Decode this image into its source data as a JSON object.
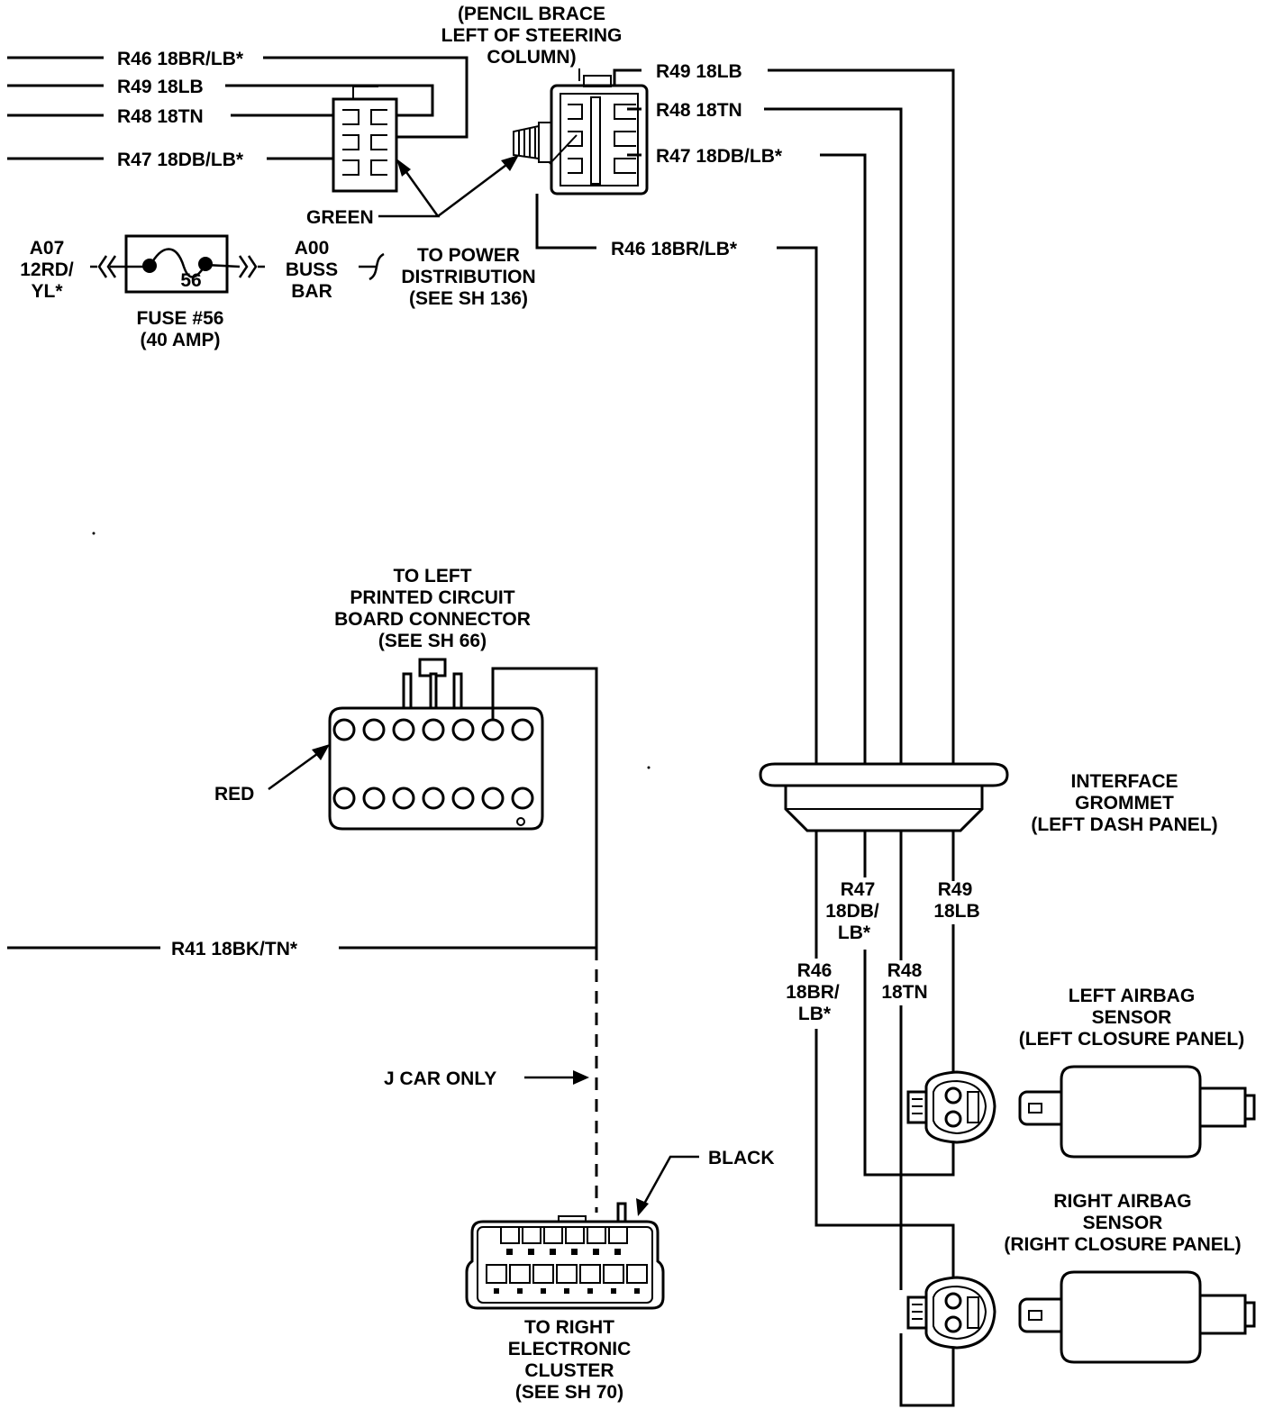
{
  "top_left": {
    "wire_r46": "R46 18BR/LB*",
    "wire_r49": "R49 18LB",
    "wire_r48": "R48 18TN",
    "wire_r47": "R47 18DB/LB*"
  },
  "pencil_brace": {
    "line1": "(PENCIL BRACE",
    "line2": "LEFT OF STEERING",
    "line3": "COLUMN)"
  },
  "top_right": {
    "wire_r49": "R49 18LB",
    "wire_r48": "R48 18TN",
    "wire_r47": "R47 18DB/LB*",
    "wire_r46": "R46 18BR/LB*"
  },
  "green_label": "GREEN",
  "fuse": {
    "a07_line1": "A07",
    "a07_line2": "12RD/",
    "a07_line3": "YL*",
    "number": "56",
    "label_line1": "FUSE #56",
    "label_line2": "(40 AMP)",
    "a00_line1": "A00",
    "a00_line2": "BUSS",
    "a00_line3": "BAR"
  },
  "power_dist": {
    "line1": "TO POWER",
    "line2": "DISTRIBUTION",
    "line3": "(SEE SH 136)"
  },
  "left_pcb": {
    "line1": "TO LEFT",
    "line2": "PRINTED CIRCUIT",
    "line3": "BOARD CONNECTOR",
    "line4": "(SEE SH 66)"
  },
  "red_label": "RED",
  "r41_wire": "R41 18BK/TN*",
  "j_car": "J CAR ONLY",
  "black_label": "BLACK",
  "right_cluster": {
    "line1": "TO RIGHT",
    "line2": "ELECTRONIC",
    "line3": "CLUSTER",
    "line4": "(SEE SH 70)"
  },
  "grommet": {
    "line1": "INTERFACE",
    "line2": "GROMMET",
    "line3": "(LEFT DASH PANEL)"
  },
  "vert_labels": {
    "r47_1": "R47",
    "r47_2": "18DB/",
    "r47_3": "LB*",
    "r49_1": "R49",
    "r49_2": "18LB",
    "r46_1": "R46",
    "r46_2": "18BR/",
    "r46_3": "LB*",
    "r48_1": "R48",
    "r48_2": "18TN"
  },
  "left_sensor": {
    "line1": "LEFT AIRBAG",
    "line2": "SENSOR",
    "line3": "(LEFT CLOSURE PANEL)"
  },
  "right_sensor": {
    "line1": "RIGHT AIRBAG",
    "line2": "SENSOR",
    "line3": "(RIGHT CLOSURE PANEL)"
  }
}
